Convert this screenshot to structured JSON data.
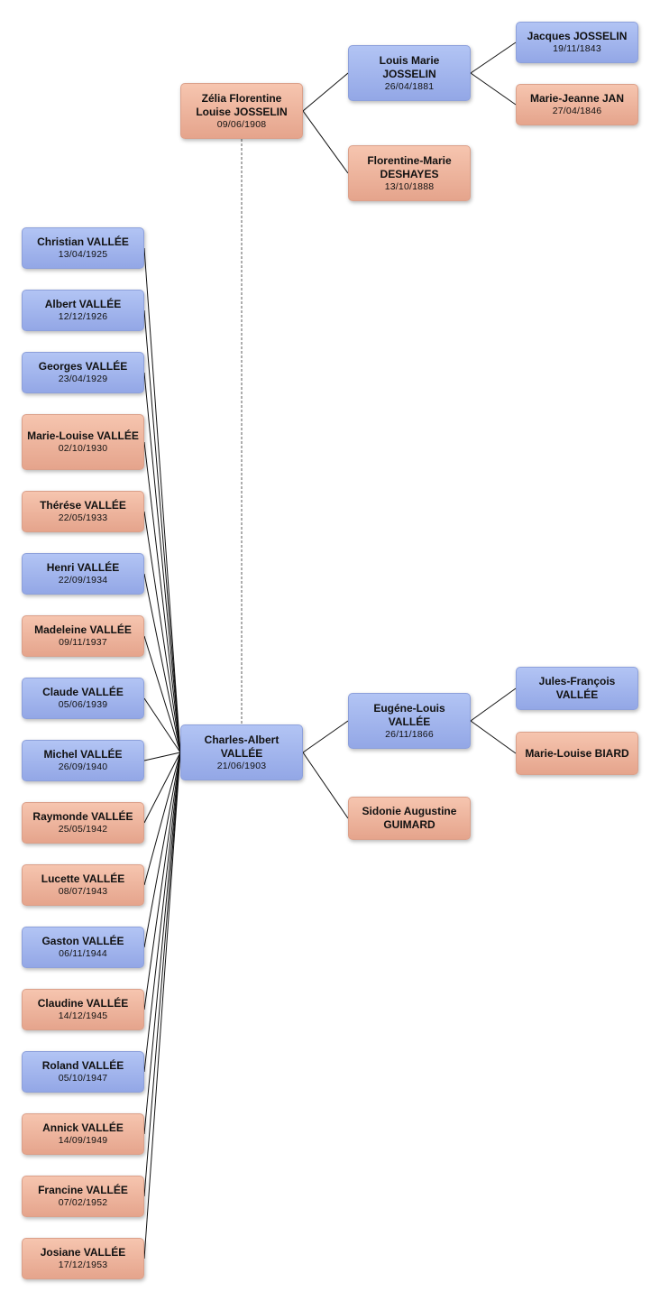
{
  "people": {
    "charles_albert": {
      "name": "Charles-Albert VALLÉE",
      "date": "21/06/1903",
      "sex": "m"
    },
    "zelia": {
      "name": "Zélia Florentine Louise JOSSELIN",
      "date": "09/06/1908",
      "sex": "f"
    },
    "louis_marie": {
      "name": "Louis Marie JOSSELIN",
      "date": "26/04/1881",
      "sex": "m"
    },
    "florentine_marie": {
      "name": "Florentine-Marie DESHAYES",
      "date": "13/10/1888",
      "sex": "f"
    },
    "jacques": {
      "name": "Jacques JOSSELIN",
      "date": "19/11/1843",
      "sex": "m"
    },
    "marie_jeanne": {
      "name": "Marie-Jeanne JAN",
      "date": "27/04/1846",
      "sex": "f"
    },
    "eugene_louis": {
      "name": "Eugéne-Louis VALLÉE",
      "date": "26/11/1866",
      "sex": "m"
    },
    "sidonie": {
      "name": "Sidonie Augustine GUIMARD",
      "date": "",
      "sex": "f"
    },
    "jules_francois": {
      "name": "Jules-François VALLÉE",
      "date": "",
      "sex": "m"
    },
    "marie_louise_biard": {
      "name": "Marie-Louise BIARD",
      "date": "",
      "sex": "f"
    }
  },
  "children": [
    {
      "name": "Christian VALLÉE",
      "date": "13/04/1925",
      "sex": "m"
    },
    {
      "name": "Albert VALLÉE",
      "date": "12/12/1926",
      "sex": "m"
    },
    {
      "name": "Georges VALLÉE",
      "date": "23/04/1929",
      "sex": "m"
    },
    {
      "name": "Marie-Louise VALLÉE",
      "date": "02/10/1930",
      "sex": "f"
    },
    {
      "name": "Thérése VALLÉE",
      "date": "22/05/1933",
      "sex": "f"
    },
    {
      "name": "Henri VALLÉE",
      "date": "22/09/1934",
      "sex": "m"
    },
    {
      "name": "Madeleine VALLÉE",
      "date": "09/11/1937",
      "sex": "f"
    },
    {
      "name": "Claude VALLÉE",
      "date": "05/06/1939",
      "sex": "m"
    },
    {
      "name": "Michel VALLÉE",
      "date": "26/09/1940",
      "sex": "m"
    },
    {
      "name": "Raymonde VALLÉE",
      "date": "25/05/1942",
      "sex": "f"
    },
    {
      "name": "Lucette VALLÉE",
      "date": "08/07/1943",
      "sex": "f"
    },
    {
      "name": "Gaston VALLÉE",
      "date": "06/11/1944",
      "sex": "m"
    },
    {
      "name": "Claudine VALLÉE",
      "date": "14/12/1945",
      "sex": "f"
    },
    {
      "name": "Roland VALLÉE",
      "date": "05/10/1947",
      "sex": "m"
    },
    {
      "name": "Annick VALLÉE",
      "date": "14/09/1949",
      "sex": "f"
    },
    {
      "name": "Francine VALLÉE",
      "date": "07/02/1952",
      "sex": "f"
    },
    {
      "name": "Josiane VALLÉE",
      "date": "17/12/1953",
      "sex": "f"
    }
  ],
  "colors": {
    "male": "#9eb2ee",
    "female": "#f0b49c",
    "link": "#111111",
    "spouse_link": "#777777"
  }
}
